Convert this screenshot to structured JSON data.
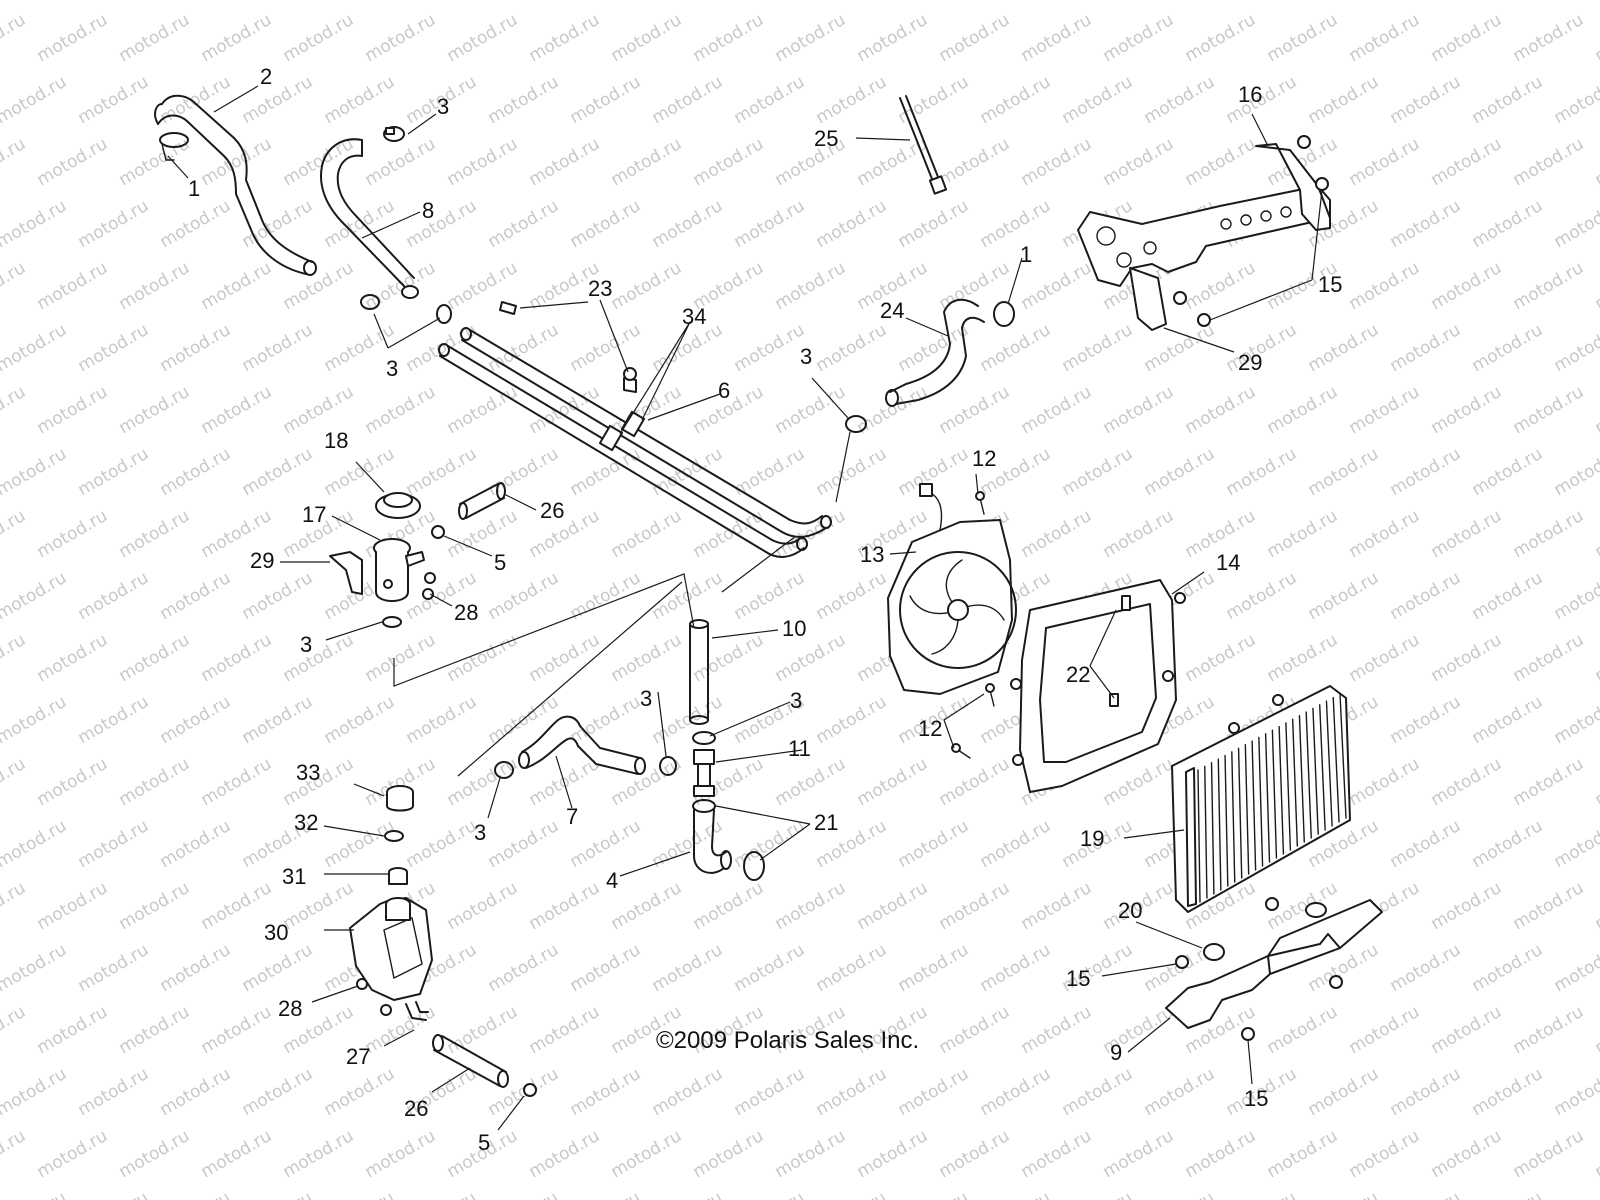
{
  "watermark": "motod.ru",
  "copyright": "©2009 Polaris Sales Inc.",
  "callouts": [
    {
      "id": "c-2",
      "label": "2"
    },
    {
      "id": "c-3a",
      "label": "3"
    },
    {
      "id": "c-1a",
      "label": "1"
    },
    {
      "id": "c-8",
      "label": "8"
    },
    {
      "id": "c-3b",
      "label": "3"
    },
    {
      "id": "c-23",
      "label": "23"
    },
    {
      "id": "c-34",
      "label": "34"
    },
    {
      "id": "c-6",
      "label": "6"
    },
    {
      "id": "c-25",
      "label": "25"
    },
    {
      "id": "c-16",
      "label": "16"
    },
    {
      "id": "c-15a",
      "label": "15"
    },
    {
      "id": "c-29a",
      "label": "29"
    },
    {
      "id": "c-1b",
      "label": "1"
    },
    {
      "id": "c-24",
      "label": "24"
    },
    {
      "id": "c-3c",
      "label": "3"
    },
    {
      "id": "c-18",
      "label": "18"
    },
    {
      "id": "c-26a",
      "label": "26"
    },
    {
      "id": "c-17",
      "label": "17"
    },
    {
      "id": "c-5a",
      "label": "5"
    },
    {
      "id": "c-29b",
      "label": "29"
    },
    {
      "id": "c-28a",
      "label": "28"
    },
    {
      "id": "c-3d",
      "label": "3"
    },
    {
      "id": "c-12a",
      "label": "12"
    },
    {
      "id": "c-13",
      "label": "13"
    },
    {
      "id": "c-14",
      "label": "14"
    },
    {
      "id": "c-10",
      "label": "10"
    },
    {
      "id": "c-22",
      "label": "22"
    },
    {
      "id": "c-12b",
      "label": "12"
    },
    {
      "id": "c-3e",
      "label": "3"
    },
    {
      "id": "c-3f",
      "label": "3"
    },
    {
      "id": "c-11",
      "label": "11"
    },
    {
      "id": "c-33",
      "label": "33"
    },
    {
      "id": "c-3g",
      "label": "3"
    },
    {
      "id": "c-7",
      "label": "7"
    },
    {
      "id": "c-21",
      "label": "21"
    },
    {
      "id": "c-32",
      "label": "32"
    },
    {
      "id": "c-4",
      "label": "4"
    },
    {
      "id": "c-31",
      "label": "31"
    },
    {
      "id": "c-19",
      "label": "19"
    },
    {
      "id": "c-30",
      "label": "30"
    },
    {
      "id": "c-20",
      "label": "20"
    },
    {
      "id": "c-15b",
      "label": "15"
    },
    {
      "id": "c-28b",
      "label": "28"
    },
    {
      "id": "c-9",
      "label": "9"
    },
    {
      "id": "c-27",
      "label": "27"
    },
    {
      "id": "c-15c",
      "label": "15"
    },
    {
      "id": "c-26b",
      "label": "26"
    },
    {
      "id": "c-5b",
      "label": "5"
    }
  ]
}
